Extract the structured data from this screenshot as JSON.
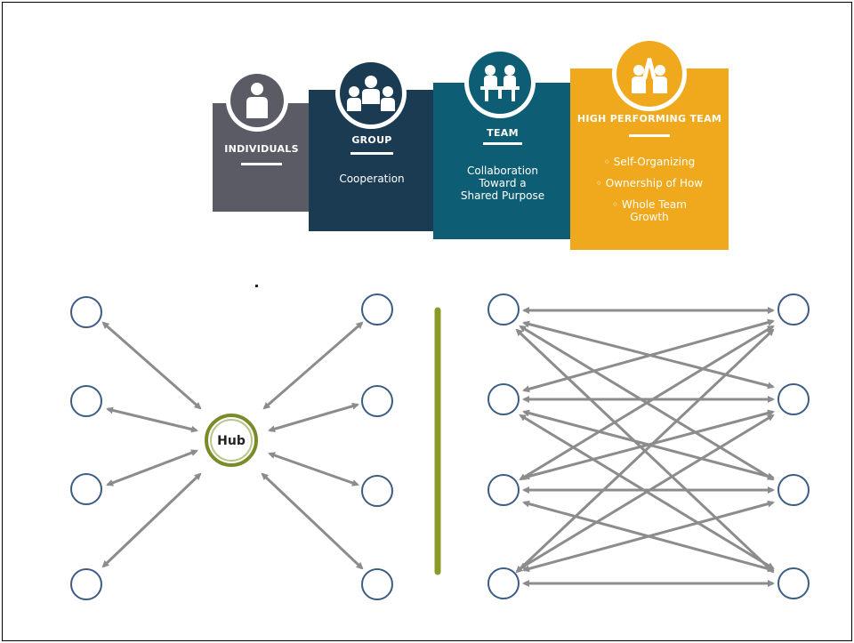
{
  "stages": {
    "individuals": {
      "title": "INDIVIDUALS",
      "color": "#5a5b65"
    },
    "group": {
      "title": "GROUP",
      "description": "Cooperation",
      "color": "#1a3b52"
    },
    "team": {
      "title": "TEAM",
      "description_lines": [
        "Collaboration",
        "Toward a",
        "Shared Purpose"
      ],
      "color": "#0d5e74"
    },
    "high_performing": {
      "title": "HIGH PERFORMING TEAM",
      "bullets": [
        "◦ Self-Organizing",
        "◦ Ownership of How",
        "◦ Whole Team",
        "Growth"
      ],
      "color": "#f0a91c"
    }
  },
  "hub_diagram": {
    "hub_label": "Hub",
    "hub_color": "#7a8c2a",
    "node_color": "#3c5d83"
  },
  "divider": {
    "color": "#8c9a28"
  },
  "arrow_color": "#8c8c8c"
}
